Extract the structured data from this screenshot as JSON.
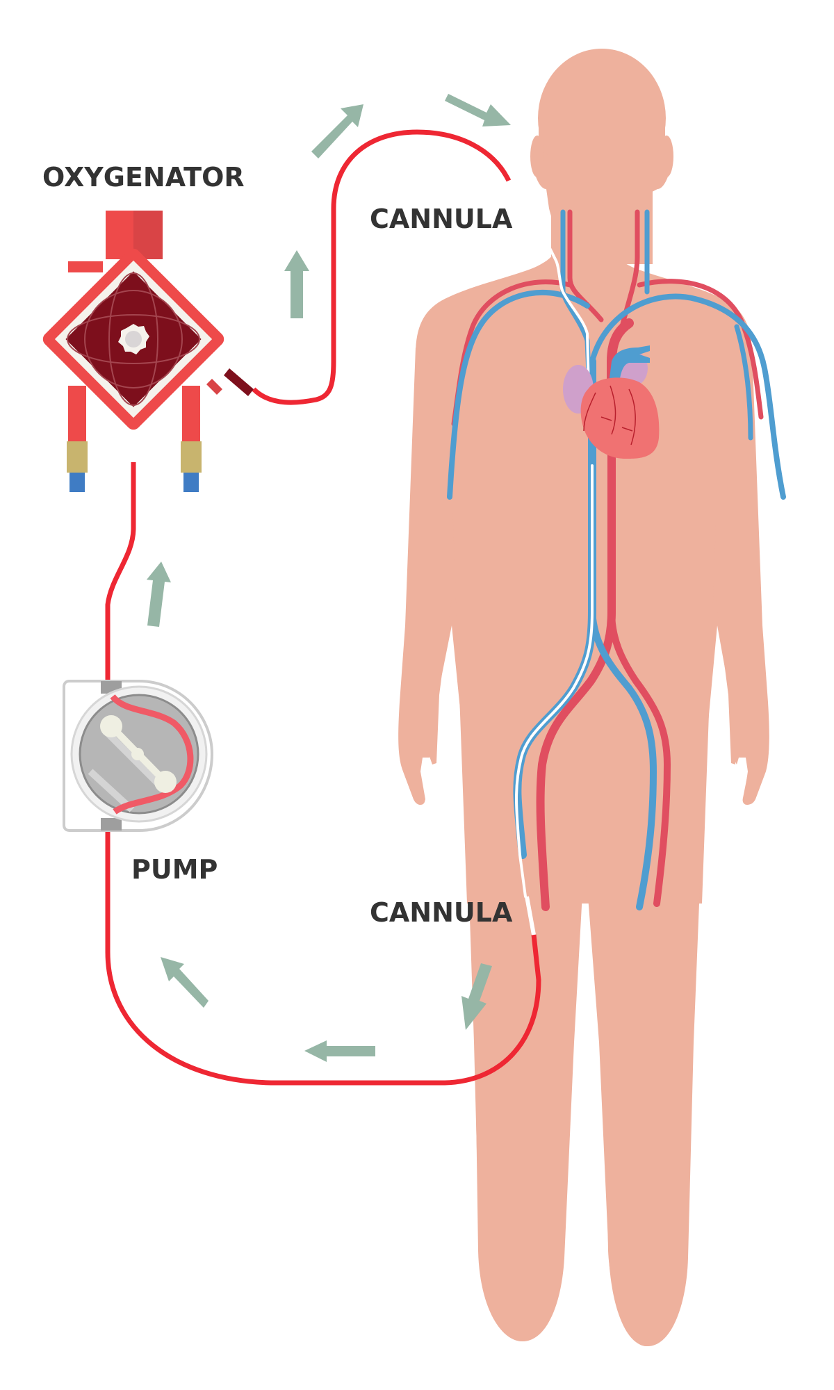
{
  "diagram": {
    "title": "ECMO circuit",
    "labels": {
      "oxygenator": "OXYGENATOR",
      "cannula_top": "CANNULA",
      "pump": "PUMP",
      "cannula_bottom": "CANNULA"
    },
    "components": [
      "oxygenator",
      "pump",
      "return-cannula (neck)",
      "drainage-cannula (femoral)",
      "patient body",
      "heart"
    ],
    "flow_direction": [
      "femoral cannula",
      "pump",
      "oxygenator",
      "neck cannula",
      "body"
    ],
    "colors": {
      "tubing": "#ee2733",
      "artery": "#e04e60",
      "vein": "#4f9dd0",
      "skin": "#eeb19d",
      "arrow": "#96b6a6",
      "oxygenator_frame": "#ee4a4a",
      "oxygenator_core": "#7d0f1c",
      "heart": "#f07272",
      "atrium": "#cfa0cb",
      "label_text": "#333333"
    }
  }
}
